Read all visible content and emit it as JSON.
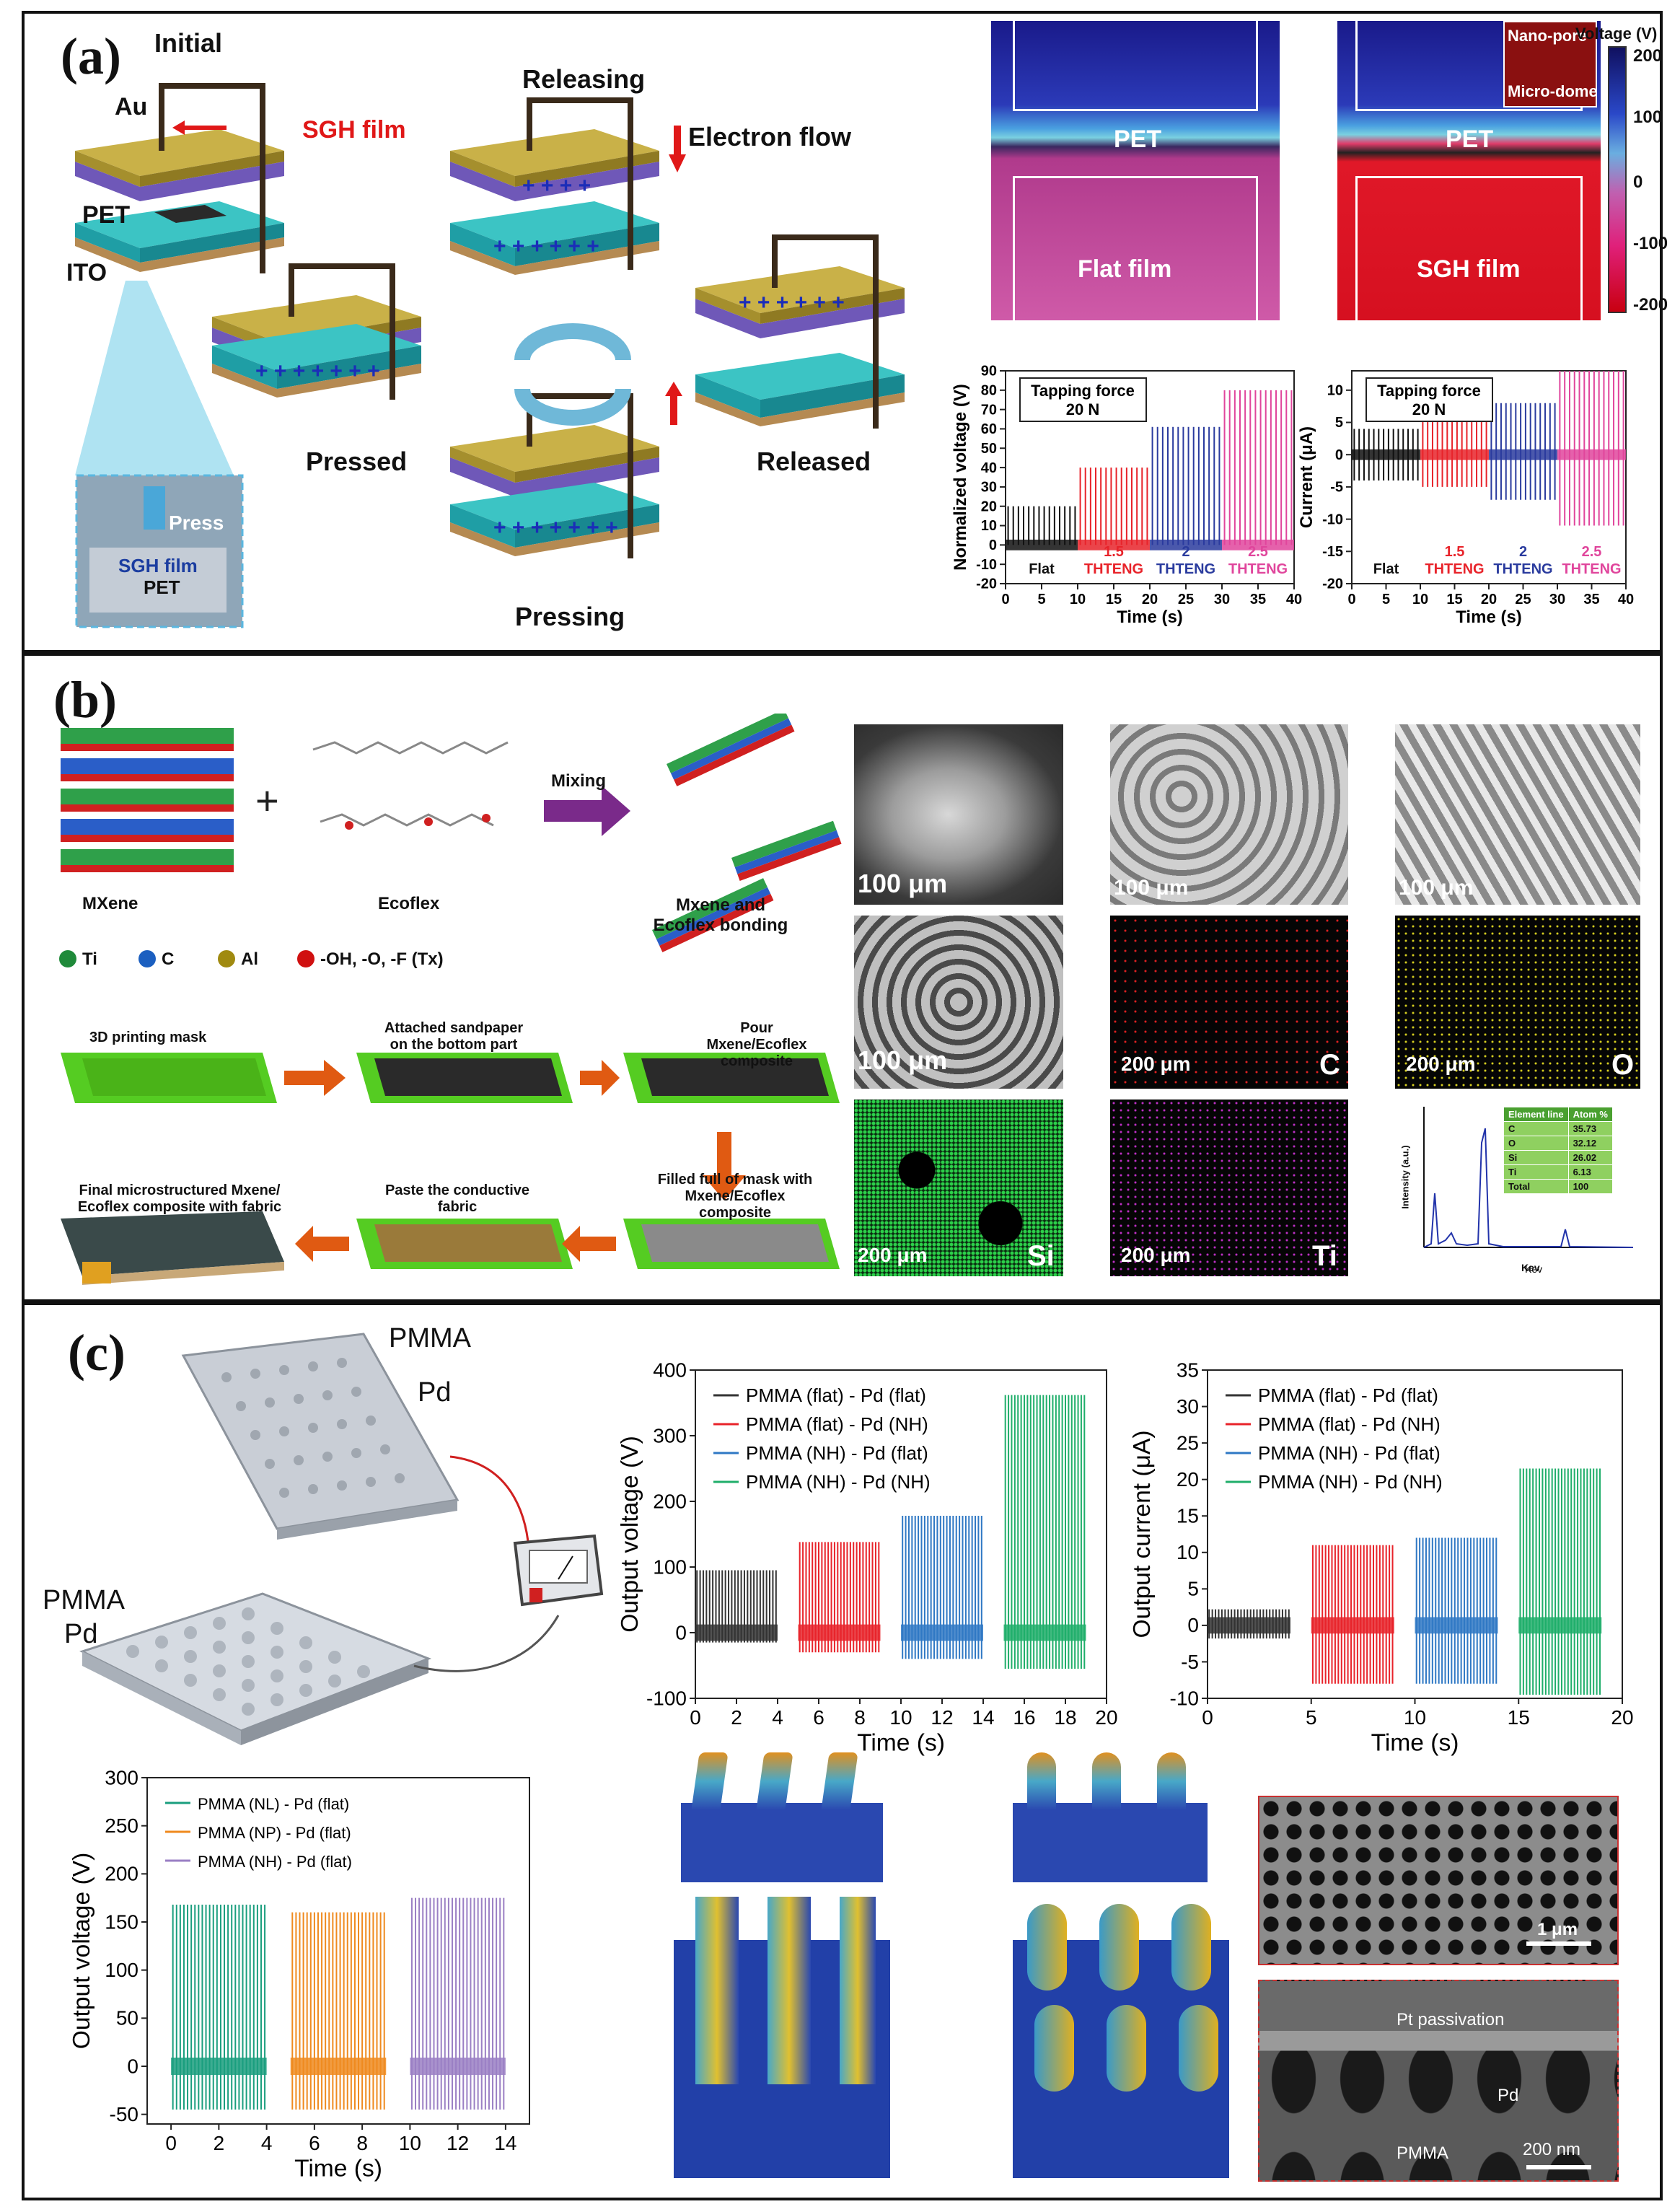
{
  "panel_a": {
    "label": "(a)",
    "schematic": {
      "states": [
        "Initial",
        "Releasing",
        "Pressed",
        "Released",
        "Pressing"
      ],
      "layers": {
        "au": "Au",
        "sgh": "SGH film",
        "pet": "PET",
        "ito": "ITO"
      },
      "electron_flow": "Electron flow",
      "inset": {
        "press": "Press",
        "film": "SGH film",
        "pet": "PET"
      }
    },
    "simulation": {
      "left": {
        "top": "PET",
        "bottom": "Flat film"
      },
      "right": {
        "top": "PET",
        "bottom": "SGH film",
        "pore": "Nano-pore",
        "dome": "Micro-dome"
      },
      "colorbar_title": "Voltage (V)",
      "colorbar_ticks": [
        "200",
        "100",
        "0",
        "-100",
        "-200"
      ]
    }
  },
  "panel_b": {
    "label": "(b)",
    "materials": {
      "mxene": "MXene",
      "ecoflex": "Ecoflex",
      "mixing": "Mixing",
      "bonding": "Mxene and Ecoflex bonding"
    },
    "atoms": [
      {
        "label": "Ti",
        "color": "#1f8a3a"
      },
      {
        "label": "C",
        "color": "#1b5fc0"
      },
      {
        "label": "Al",
        "color": "#a08a10"
      },
      {
        "label": "-OH, -O, -F (Tx)",
        "color": "#d01010"
      }
    ],
    "process": {
      "step1": "3D printing mask",
      "step2": "Attached sandpaper on the bottom part",
      "step3": "Pour Mxene/Ecoflex composite",
      "step4": "Filled full of mask with Mxene/Ecoflex composite",
      "step5": "Paste the conductive fabric",
      "step6": "Final microstructured Mxene/ Ecoflex composite with fabric"
    },
    "sem": {
      "scale_100": "100 μm",
      "scale_200": "200 μm",
      "maps": [
        "C",
        "O",
        "Si",
        "Ti"
      ]
    },
    "eds_table": {
      "headers": [
        "Element line",
        "Atom %"
      ],
      "rows": [
        [
          "C",
          "35.73"
        ],
        [
          "O",
          "32.12"
        ],
        [
          "Si",
          "26.02"
        ],
        [
          "Ti",
          "6.13"
        ],
        [
          "Total",
          "100"
        ]
      ],
      "xlabel": "Kev",
      "ylabel": "Intensity (a.u.)"
    }
  },
  "panel_c": {
    "label": "(c)",
    "device": {
      "pmma_top": "PMMA",
      "pd_top": "Pd",
      "pmma_bottom": "PMMA",
      "pd_bottom": "Pd"
    },
    "sem_labels": {
      "scale1": "1 μm",
      "passivation": "Pt passivation",
      "pd": "Pd",
      "pmma": "PMMA",
      "scale2": "200 nm"
    }
  },
  "chart_data": [
    {
      "id": "a-voltage",
      "type": "line",
      "xlabel": "Time (s)",
      "ylabel": "Normalized voltage (V)",
      "xlim": [
        0,
        40
      ],
      "ylim": [
        -20,
        90
      ],
      "xticks": [
        0,
        5,
        10,
        15,
        20,
        25,
        30,
        35,
        40
      ],
      "yticks": [
        -20,
        -10,
        0,
        10,
        20,
        30,
        40,
        50,
        60,
        70,
        80,
        90
      ],
      "box_text": [
        "Tapping force",
        "20 N"
      ],
      "series": [
        {
          "name": "Flat",
          "color": "#111111",
          "x_range": [
            0,
            10
          ],
          "max": 20,
          "min": 0,
          "label_top": "",
          "label_bottom": "Flat"
        },
        {
          "name": "1.5 THTENG",
          "color": "#e8232a",
          "x_range": [
            10,
            20
          ],
          "max": 40,
          "min": 0,
          "label_top": "1.5",
          "label_bottom": "THTENG"
        },
        {
          "name": "2 THTENG",
          "color": "#2a3b9e",
          "x_range": [
            20,
            30
          ],
          "max": 61,
          "min": 0,
          "label_top": "2",
          "label_bottom": "THTENG"
        },
        {
          "name": "2.5 THTENG",
          "color": "#e0459c",
          "x_range": [
            30,
            40
          ],
          "max": 80,
          "min": 0,
          "label_top": "2.5",
          "label_bottom": "THTENG"
        }
      ]
    },
    {
      "id": "a-current",
      "type": "line",
      "xlabel": "Time (s)",
      "ylabel": "Current (μA)",
      "xlim": [
        0,
        40
      ],
      "ylim": [
        -20,
        13
      ],
      "xticks": [
        0,
        5,
        10,
        15,
        20,
        25,
        30,
        35,
        40
      ],
      "yticks": [
        -20,
        -15,
        -10,
        -5,
        0,
        5,
        10
      ],
      "box_text": [
        "Tapping force",
        "20 N"
      ],
      "series": [
        {
          "name": "Flat",
          "color": "#111111",
          "x_range": [
            0,
            10
          ],
          "max": 4,
          "min": -4,
          "label_top": "",
          "label_bottom": "Flat"
        },
        {
          "name": "1.5 THTENG",
          "color": "#e8232a",
          "x_range": [
            10,
            20
          ],
          "max": 6,
          "min": -5,
          "label_top": "1.5",
          "label_bottom": "THTENG"
        },
        {
          "name": "2 THTENG",
          "color": "#2a3b9e",
          "x_range": [
            20,
            30
          ],
          "max": 8,
          "min": -7,
          "label_top": "2",
          "label_bottom": "THTENG"
        },
        {
          "name": "2.5 THTENG",
          "color": "#e0459c",
          "x_range": [
            30,
            40
          ],
          "max": 13,
          "min": -11,
          "label_top": "2.5",
          "label_bottom": "THTENG"
        }
      ]
    },
    {
      "id": "c-voltage",
      "type": "line",
      "xlabel": "Time (s)",
      "ylabel": "Output voltage (V)",
      "xlim": [
        0,
        20
      ],
      "ylim": [
        -100,
        400
      ],
      "xticks": [
        0,
        2,
        4,
        6,
        8,
        10,
        12,
        14,
        16,
        18,
        20
      ],
      "yticks": [
        -100,
        0,
        100,
        200,
        300,
        400
      ],
      "series": [
        {
          "name": "PMMA (flat) - Pd (flat)",
          "color": "#333333",
          "x_range": [
            0,
            4
          ],
          "max": 95,
          "min": -15
        },
        {
          "name": "PMMA (flat) - Pd (NH)",
          "color": "#e8232a",
          "x_range": [
            5,
            9
          ],
          "max": 138,
          "min": -30
        },
        {
          "name": "PMMA (NH) - Pd (flat)",
          "color": "#2f78c4",
          "x_range": [
            10,
            14
          ],
          "max": 178,
          "min": -40
        },
        {
          "name": "PMMA (NH) - Pd (NH)",
          "color": "#1fae6a",
          "x_range": [
            15,
            19
          ],
          "max": 362,
          "min": -55
        }
      ]
    },
    {
      "id": "c-current",
      "type": "line",
      "xlabel": "Time (s)",
      "ylabel": "Output current (μA)",
      "xlim": [
        0,
        20
      ],
      "ylim": [
        -10,
        35
      ],
      "xticks": [
        0,
        5,
        10,
        15,
        20
      ],
      "yticks": [
        -10,
        -5,
        0,
        5,
        10,
        15,
        20,
        25,
        30,
        35
      ],
      "series": [
        {
          "name": "PMMA (flat) - Pd (flat)",
          "color": "#333333",
          "x_range": [
            0,
            4
          ],
          "max": 2.2,
          "min": -1.8
        },
        {
          "name": "PMMA (flat) - Pd (NH)",
          "color": "#e8232a",
          "x_range": [
            5,
            9
          ],
          "max": 11,
          "min": -8
        },
        {
          "name": "PMMA (NH) - Pd (flat)",
          "color": "#2f78c4",
          "x_range": [
            10,
            14
          ],
          "max": 12,
          "min": -8
        },
        {
          "name": "PMMA (NH) - Pd (NH)",
          "color": "#1fae6a",
          "x_range": [
            15,
            19
          ],
          "max": 21.5,
          "min": -9.5
        }
      ]
    },
    {
      "id": "c-voltage2",
      "type": "line",
      "xlabel": "Time (s)",
      "ylabel": "Output voltage (V)",
      "xlim": [
        -1,
        15
      ],
      "ylim": [
        -60,
        300
      ],
      "xticks": [
        0,
        2,
        4,
        6,
        8,
        10,
        12,
        14
      ],
      "yticks": [
        -50,
        0,
        50,
        100,
        150,
        200,
        250,
        300
      ],
      "series": [
        {
          "name": "PMMA (NL) - Pd (flat)",
          "color": "#1a9e7e",
          "x_range": [
            0,
            4
          ],
          "max": 168,
          "min": -45
        },
        {
          "name": "PMMA (NP) - Pd (flat)",
          "color": "#ef8a1e",
          "x_range": [
            5,
            9
          ],
          "max": 160,
          "min": -45
        },
        {
          "name": "PMMA (NH) - Pd (flat)",
          "color": "#9a7fc4",
          "x_range": [
            10,
            14
          ],
          "max": 175,
          "min": -45
        }
      ]
    }
  ]
}
